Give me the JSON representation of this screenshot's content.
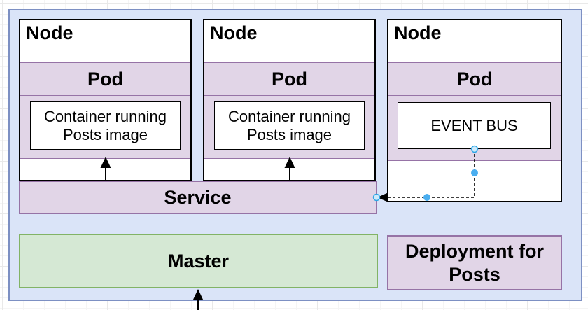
{
  "nodes": [
    {
      "label": "Node",
      "pod_label": "Pod",
      "container_lines": [
        "Container running",
        "Posts image"
      ]
    },
    {
      "label": "Node",
      "pod_label": "Pod",
      "container_lines": [
        "Container running",
        "Posts image"
      ]
    },
    {
      "label": "Node",
      "pod_label": "Pod",
      "container_lines": [
        "EVENT BUS"
      ]
    }
  ],
  "service": {
    "label": "Service"
  },
  "master": {
    "label": "Master"
  },
  "deployment": {
    "lines": [
      "Deployment for",
      "Posts"
    ]
  },
  "colors": {
    "cluster_fill": "#dae4f8",
    "cluster_border": "#7d90c3",
    "pod_fill": "#e1d5e7",
    "pod_border": "#9673a6",
    "master_fill": "#d5e8d4",
    "master_border": "#82b366",
    "node_fill": "#ffffff",
    "node_border": "#000000",
    "selection_handle_blue": "#4aaef0"
  }
}
